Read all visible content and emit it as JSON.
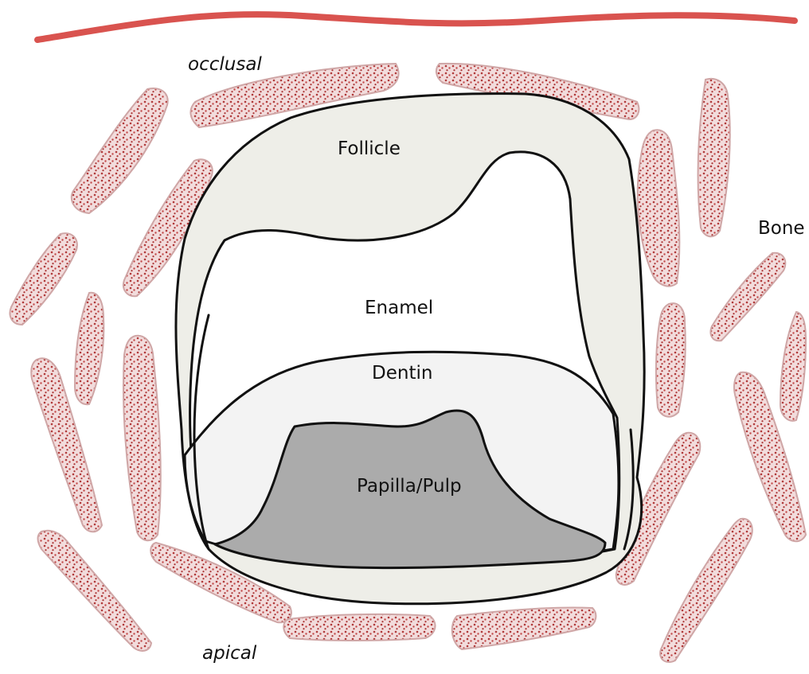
{
  "labels": {
    "occlusal": "occlusal",
    "apical": "apical",
    "follicle": "Follicle",
    "enamel": "Enamel",
    "dentin": "Dentin",
    "pulp": "Papilla/Pulp",
    "bone": "Bone"
  },
  "colors": {
    "gingiva_line": "#d9534f",
    "bone_fill": "#f2dcdc",
    "bone_dots": "#b03a3a",
    "follicle_fill": "#eeeee8",
    "enamel_fill": "#ffffff",
    "dentin_fill": "#f3f3f3",
    "pulp_fill": "#ababab",
    "outline": "#111111"
  }
}
